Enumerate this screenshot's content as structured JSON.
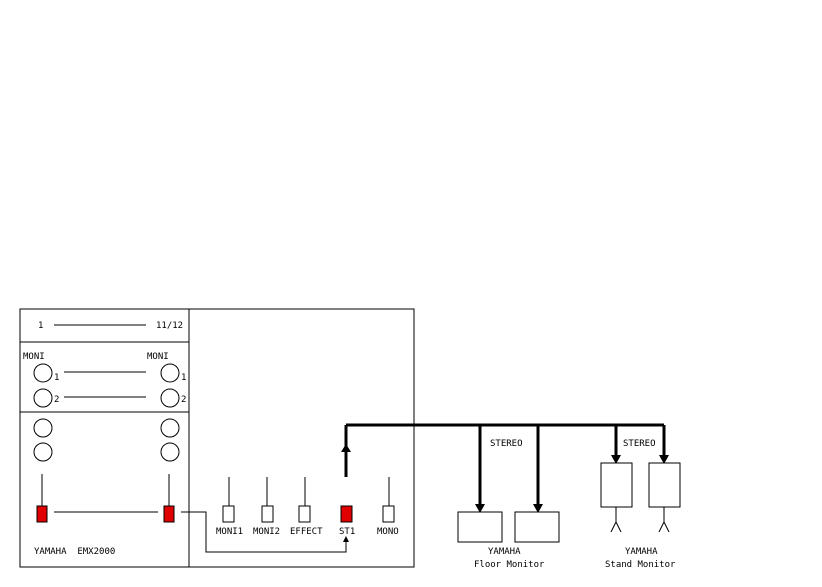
{
  "mixer": {
    "channel_first": "1",
    "channel_last": "11/12",
    "moni_left": "MONI",
    "moni_right": "MONI",
    "knob_1": "1",
    "knob_2": "2",
    "brand_model": "YAMAHA  EMX2000"
  },
  "outputs": {
    "moni1": "MONI1",
    "moni2": "MONI2",
    "effect": "EFFECT",
    "st1": "ST1",
    "mono": "MONO"
  },
  "floor": {
    "stereo": "STEREO",
    "brand": "YAMAHA",
    "name": "Floor Monitor"
  },
  "stand": {
    "stereo": "STEREO",
    "brand": "YAMAHA",
    "name": "Stand Monitor"
  },
  "colors": {
    "fader_active": "#e00000",
    "line": "#000000",
    "background": "#ffffff"
  }
}
